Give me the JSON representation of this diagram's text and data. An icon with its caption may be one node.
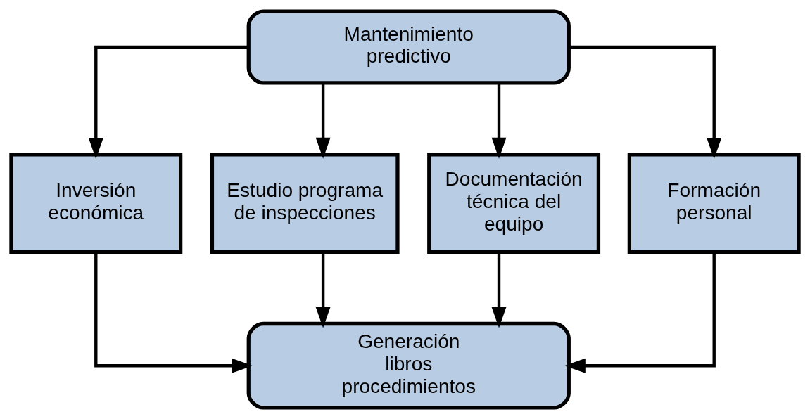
{
  "diagram": {
    "nodes": [
      {
        "text": [
          "Mantenimiento predictivo"
        ]
      },
      {
        "text": [
          "Inversión económica"
        ]
      },
      {
        "text": [
          "Estudio programa de inspecciones"
        ]
      },
      {
        "text": [
          "Documentación técnica del equipo"
        ]
      },
      {
        "text": [
          "Formación personal"
        ]
      },
      {
        "text": [
          "Generación libros procedimientos"
        ]
      }
    ],
    "edges": [
      {
        "from": 0,
        "to": 1,
        "arrow": "to"
      },
      {
        "from": 0,
        "to": 2,
        "arrow": "to"
      },
      {
        "from": 0,
        "to": 3,
        "arrow": "to"
      },
      {
        "from": 0,
        "to": 4,
        "arrow": "to"
      },
      {
        "from": 1,
        "to": 5,
        "arrow": "to"
      },
      {
        "from": 2,
        "to": 5,
        "arrow": "to"
      },
      {
        "from": 3,
        "to": 5,
        "arrow": "to"
      },
      {
        "from": 4,
        "to": 5,
        "arrow": "to"
      }
    ]
  }
}
